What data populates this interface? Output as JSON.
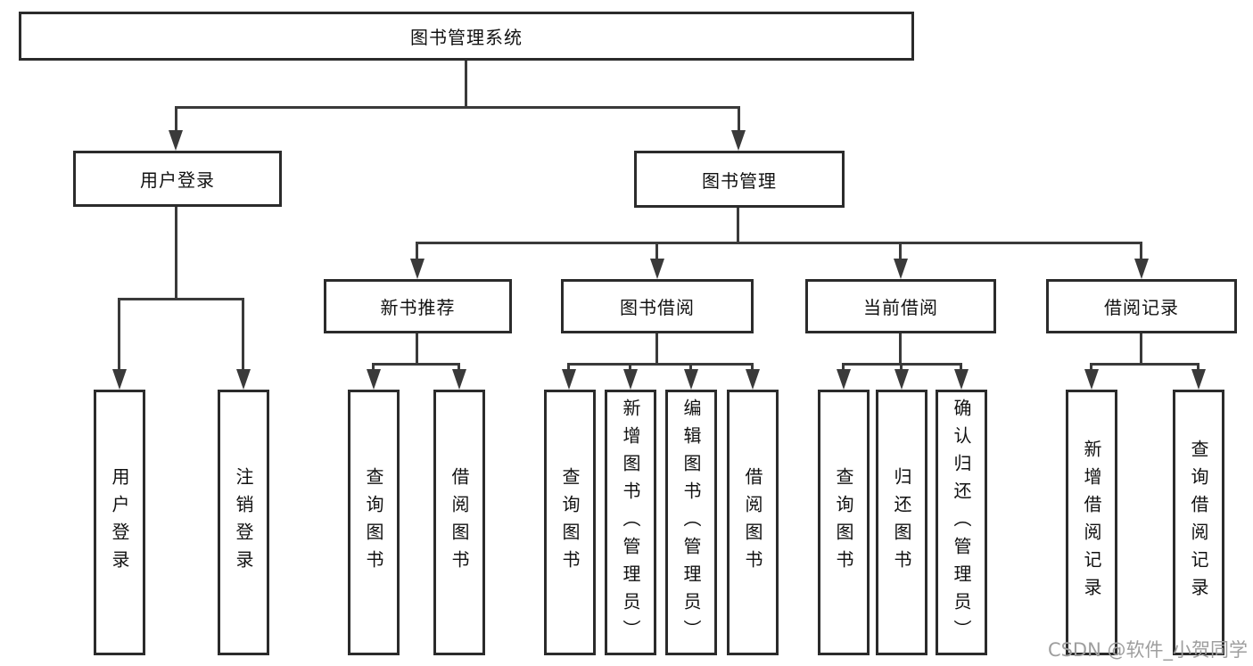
{
  "nodes": {
    "root": {
      "label": "图书管理系统"
    },
    "user_login": {
      "label": "用户登录"
    },
    "book_management": {
      "label": "图书管理"
    },
    "new_book_recommend": {
      "label": "新书推荐"
    },
    "book_borrow": {
      "label": "图书借阅"
    },
    "current_borrow": {
      "label": "当前借阅"
    },
    "borrow_records": {
      "label": "借阅记录"
    },
    "ul_user_login": {
      "label": "用户登录"
    },
    "ul_logout": {
      "label": "注销登录"
    },
    "nbr_query_books": {
      "label": "查询图书"
    },
    "nbr_borrow_books": {
      "label": "借阅图书"
    },
    "bb_query_books": {
      "label": "查询图书"
    },
    "bb_add_books": {
      "label": "新增图书（管理员）"
    },
    "bb_edit_books": {
      "label": "编辑图书（管理员）"
    },
    "bb_borrow_books": {
      "label": "借阅图书"
    },
    "cb_query_books": {
      "label": "查询图书"
    },
    "cb_return_books": {
      "label": "归还图书"
    },
    "cb_confirm_return": {
      "label": "确认归还（管理员）"
    },
    "br_add_record": {
      "label": "新增借阅记录"
    },
    "br_query_record": {
      "label": "查询借阅记录"
    }
  },
  "watermark": "CSDN @软件_小贺同学",
  "colors": {
    "line": "#3a3a3a",
    "border": "#2b2b2b",
    "text": "#111111",
    "watermark": "#9e9e9e",
    "background": "#ffffff"
  }
}
